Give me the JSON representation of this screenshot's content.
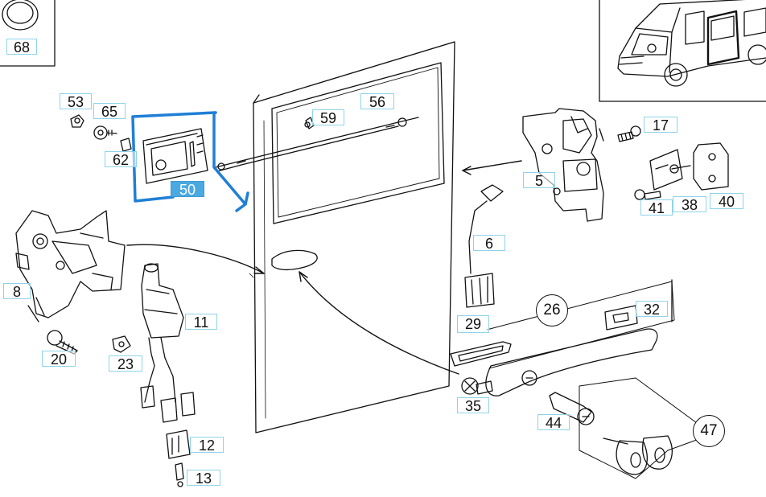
{
  "diagram": {
    "highlight_color": "#1f7fd6",
    "callout_border_color": "#8fd3ea",
    "selected_part": "50",
    "callouts": {
      "p68": "68",
      "p53": "53",
      "p65": "65",
      "p62": "62",
      "p50": "50",
      "p59": "59",
      "p56": "56",
      "p17": "17",
      "p5": "5",
      "p41": "41",
      "p38": "38",
      "p40": "40",
      "p6": "6",
      "p8": "8",
      "p11": "11",
      "p20": "20",
      "p23": "23",
      "p29": "29",
      "p32": "32",
      "p35": "35",
      "p44": "44",
      "p12": "12",
      "p13": "13"
    },
    "circled": {
      "p26": "26",
      "p47": "47"
    }
  }
}
